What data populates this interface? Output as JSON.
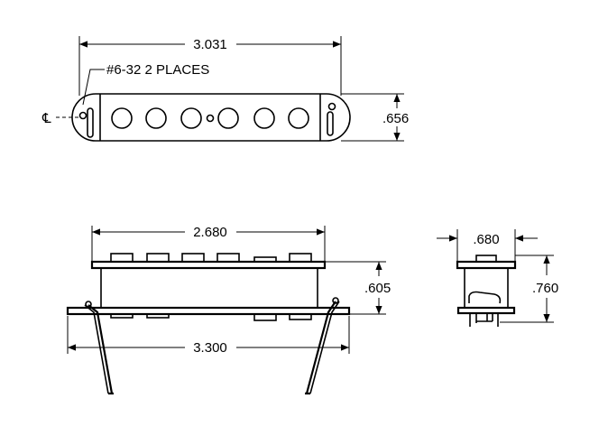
{
  "top_view": {
    "length": "3.031",
    "note": "#6-32 2 PLACES",
    "centerline": "℄",
    "height": ".656"
  },
  "front_view": {
    "length_top": "2.680",
    "height": ".605",
    "length_bottom": "3.300"
  },
  "side_view": {
    "width": ".680",
    "height": ".760"
  }
}
